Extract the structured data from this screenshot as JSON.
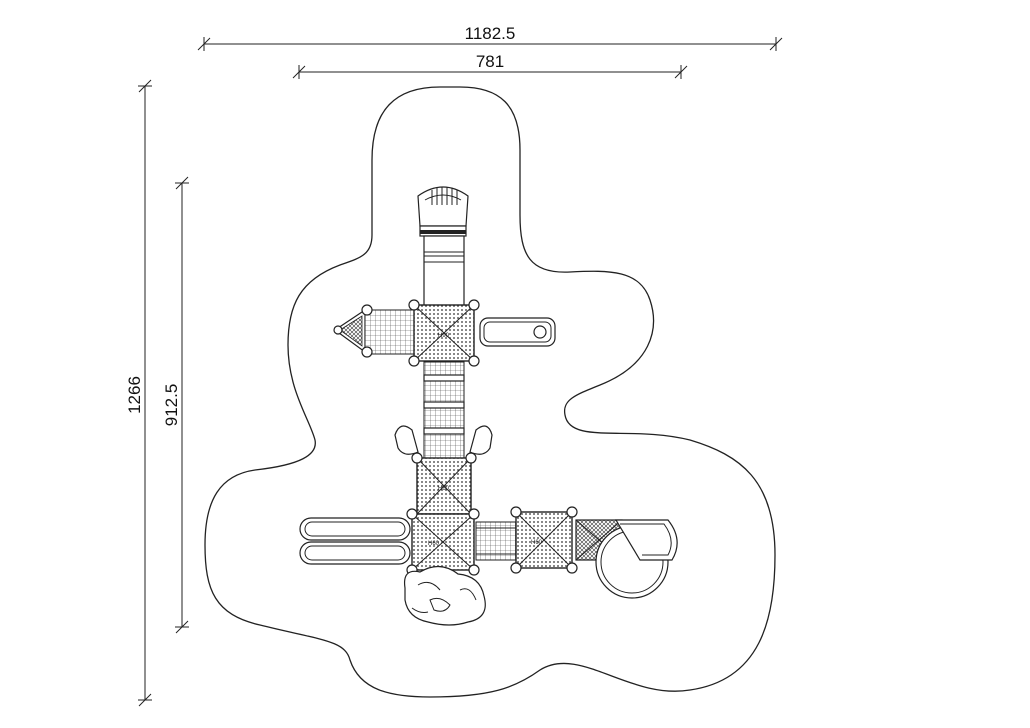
{
  "dimensions": {
    "overall_width": "1182.5",
    "structure_width": "781",
    "overall_height": "1266",
    "structure_height": "912.5"
  },
  "module_labels": {
    "top_platform": "H90",
    "middle_platform": "H60",
    "lower_left_platform": "H60",
    "lower_right_platform": "H60"
  }
}
